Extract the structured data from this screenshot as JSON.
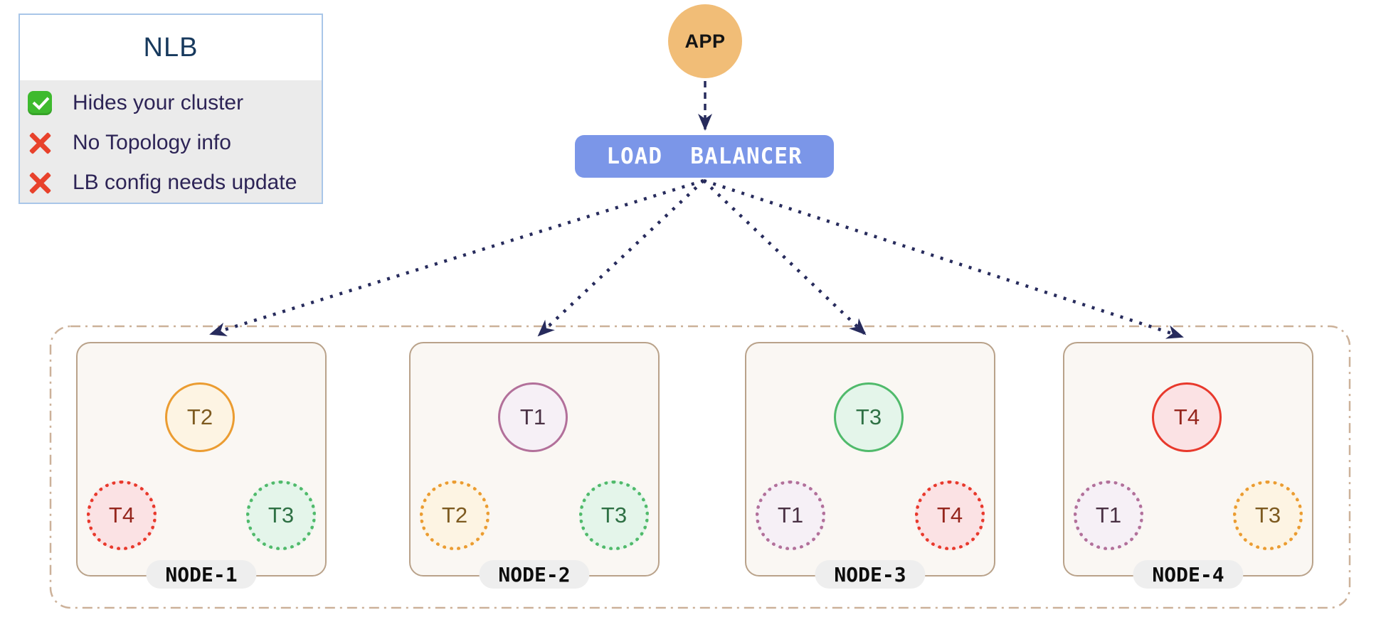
{
  "legend": {
    "title": "NLB",
    "items": [
      {
        "icon": "check",
        "label": "Hides your cluster"
      },
      {
        "icon": "cross",
        "label": "No Topology info"
      },
      {
        "icon": "cross",
        "label": "LB config needs update"
      }
    ]
  },
  "app": {
    "label": "APP"
  },
  "load_balancer": {
    "label": "LOAD  BALANCER"
  },
  "nodes": [
    {
      "name": "NODE-1",
      "pods": [
        {
          "label": "T2",
          "color": "orange",
          "border": "solid"
        },
        {
          "label": "T4",
          "color": "red",
          "border": "dotted"
        },
        {
          "label": "T3",
          "color": "green",
          "border": "dotted"
        }
      ]
    },
    {
      "name": "NODE-2",
      "pods": [
        {
          "label": "T1",
          "color": "purple",
          "border": "solid"
        },
        {
          "label": "T2",
          "color": "orange",
          "border": "dotted"
        },
        {
          "label": "T3",
          "color": "green",
          "border": "dotted"
        }
      ]
    },
    {
      "name": "NODE-3",
      "pods": [
        {
          "label": "T3",
          "color": "green",
          "border": "solid"
        },
        {
          "label": "T1",
          "color": "purple",
          "border": "dotted"
        },
        {
          "label": "T4",
          "color": "red",
          "border": "dotted"
        }
      ]
    },
    {
      "name": "NODE-4",
      "pods": [
        {
          "label": "T4",
          "color": "red",
          "border": "solid"
        },
        {
          "label": "T1",
          "color": "purple",
          "border": "dotted"
        },
        {
          "label": "T3",
          "color": "orange",
          "border": "dotted"
        }
      ]
    }
  ],
  "colors": {
    "arrow_navy": "#272b5c",
    "lb_blue": "#7b96e8",
    "app_orange": "#f1bd77",
    "cluster_border_tan": "#ccb199",
    "node_border_tan": "#b9a28a",
    "node_fill": "#faf7f3",
    "legend_border_blue": "#a9c6e8",
    "legend_body_gray": "#ebebeb",
    "check_green": "#3eba2e",
    "cross_red": "#e8422c",
    "pod_orange": "#eb9c31",
    "pod_red": "#e8392c",
    "pod_green": "#50ba6b",
    "pod_purple": "#b2709a"
  }
}
